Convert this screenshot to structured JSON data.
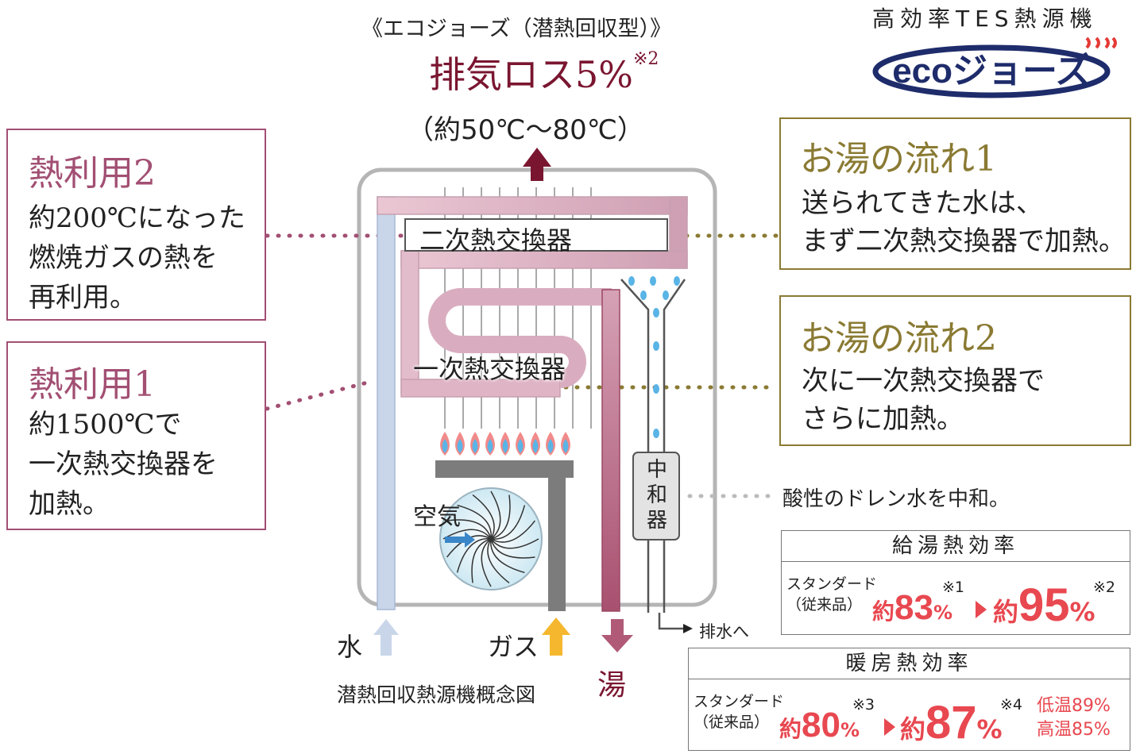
{
  "header": {
    "subtitle": "《エコジョーズ（潜熱回収型）》",
    "exhaust_loss": "排気ロス5%",
    "exhaust_note": "※2",
    "exhaust_temp": "（約50℃～80℃）"
  },
  "logo": {
    "tagline": "高効率TES熱源機",
    "wordmark": "ecoジョーズ"
  },
  "left_boxes": [
    {
      "title": "熱利用2",
      "lines": [
        "約200℃になった",
        "燃焼ガスの熱を",
        "再利用。"
      ]
    },
    {
      "title": "熱利用1",
      "lines": [
        "約1500℃で",
        "一次熱交換器を",
        "加熱。"
      ]
    }
  ],
  "right_boxes": [
    {
      "title": "お湯の流れ1",
      "lines": [
        "送られてきた水は、",
        "まず二次熱交換器で加熱。"
      ]
    },
    {
      "title": "お湯の流れ2",
      "lines": [
        "次に一次熱交換器で",
        "さらに加熱。"
      ]
    }
  ],
  "diagram": {
    "secondary_hx": "二次熱交換器",
    "primary_hx": "一次熱交換器",
    "air": "空気",
    "neutralizer": [
      "中",
      "和",
      "器"
    ],
    "neutralizer_note": "酸性のドレン水を中和。",
    "drain": "排水へ",
    "water": "水",
    "gas": "ガス",
    "hot_water": "湯",
    "caption": "潜熱回収熱源機概念図"
  },
  "efficiency": [
    {
      "title": "給湯熱効率",
      "std_line1": "スタンダード",
      "std_line2": "（従来品）",
      "before_prefix": "約",
      "before_value": "83",
      "before_note": "※1",
      "after_prefix": "約",
      "after_value": "95",
      "after_note": "※2",
      "percent": "%",
      "extra": []
    },
    {
      "title": "暖房熱効率",
      "std_line1": "スタンダード",
      "std_line2": "（従来品）",
      "before_prefix": "約",
      "before_value": "80",
      "before_note": "※3",
      "after_prefix": "約",
      "after_value": "87",
      "after_note": "※4",
      "percent": "%",
      "extra": [
        "低温89%",
        "高温85%"
      ]
    }
  ],
  "colors": {
    "pink": "#a24f73",
    "gold": "#8a7a33",
    "maroon": "#7a1530",
    "red": "#e84850",
    "water_pipe": "#c9d6ea",
    "hot_pipe": "#b05a78",
    "logo_navy": "#1e2c6b"
  }
}
